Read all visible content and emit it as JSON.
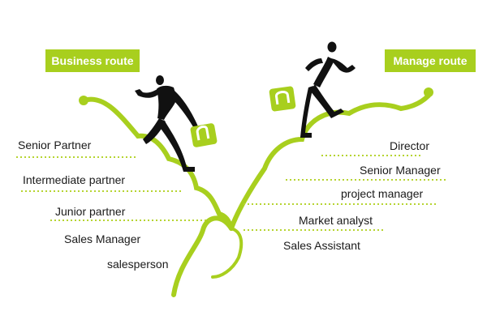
{
  "colors": {
    "accent": "#a8cf1e",
    "accent_dark": "#8ebc00",
    "figure": "#111111",
    "dots": "#b6d431",
    "text": "#1a1a1a"
  },
  "business_route": {
    "label": "Business route",
    "levels": [
      "Senior Partner",
      "Intermediate partner",
      "Junior partner",
      "Sales Manager",
      "salesperson"
    ]
  },
  "management_route": {
    "label": "Manage route",
    "levels": [
      "Director",
      "Senior Manager",
      "project manager",
      "Market analyst",
      "Sales Assistant"
    ]
  },
  "icons": [
    "running-man-icon",
    "briefcase-icon"
  ]
}
